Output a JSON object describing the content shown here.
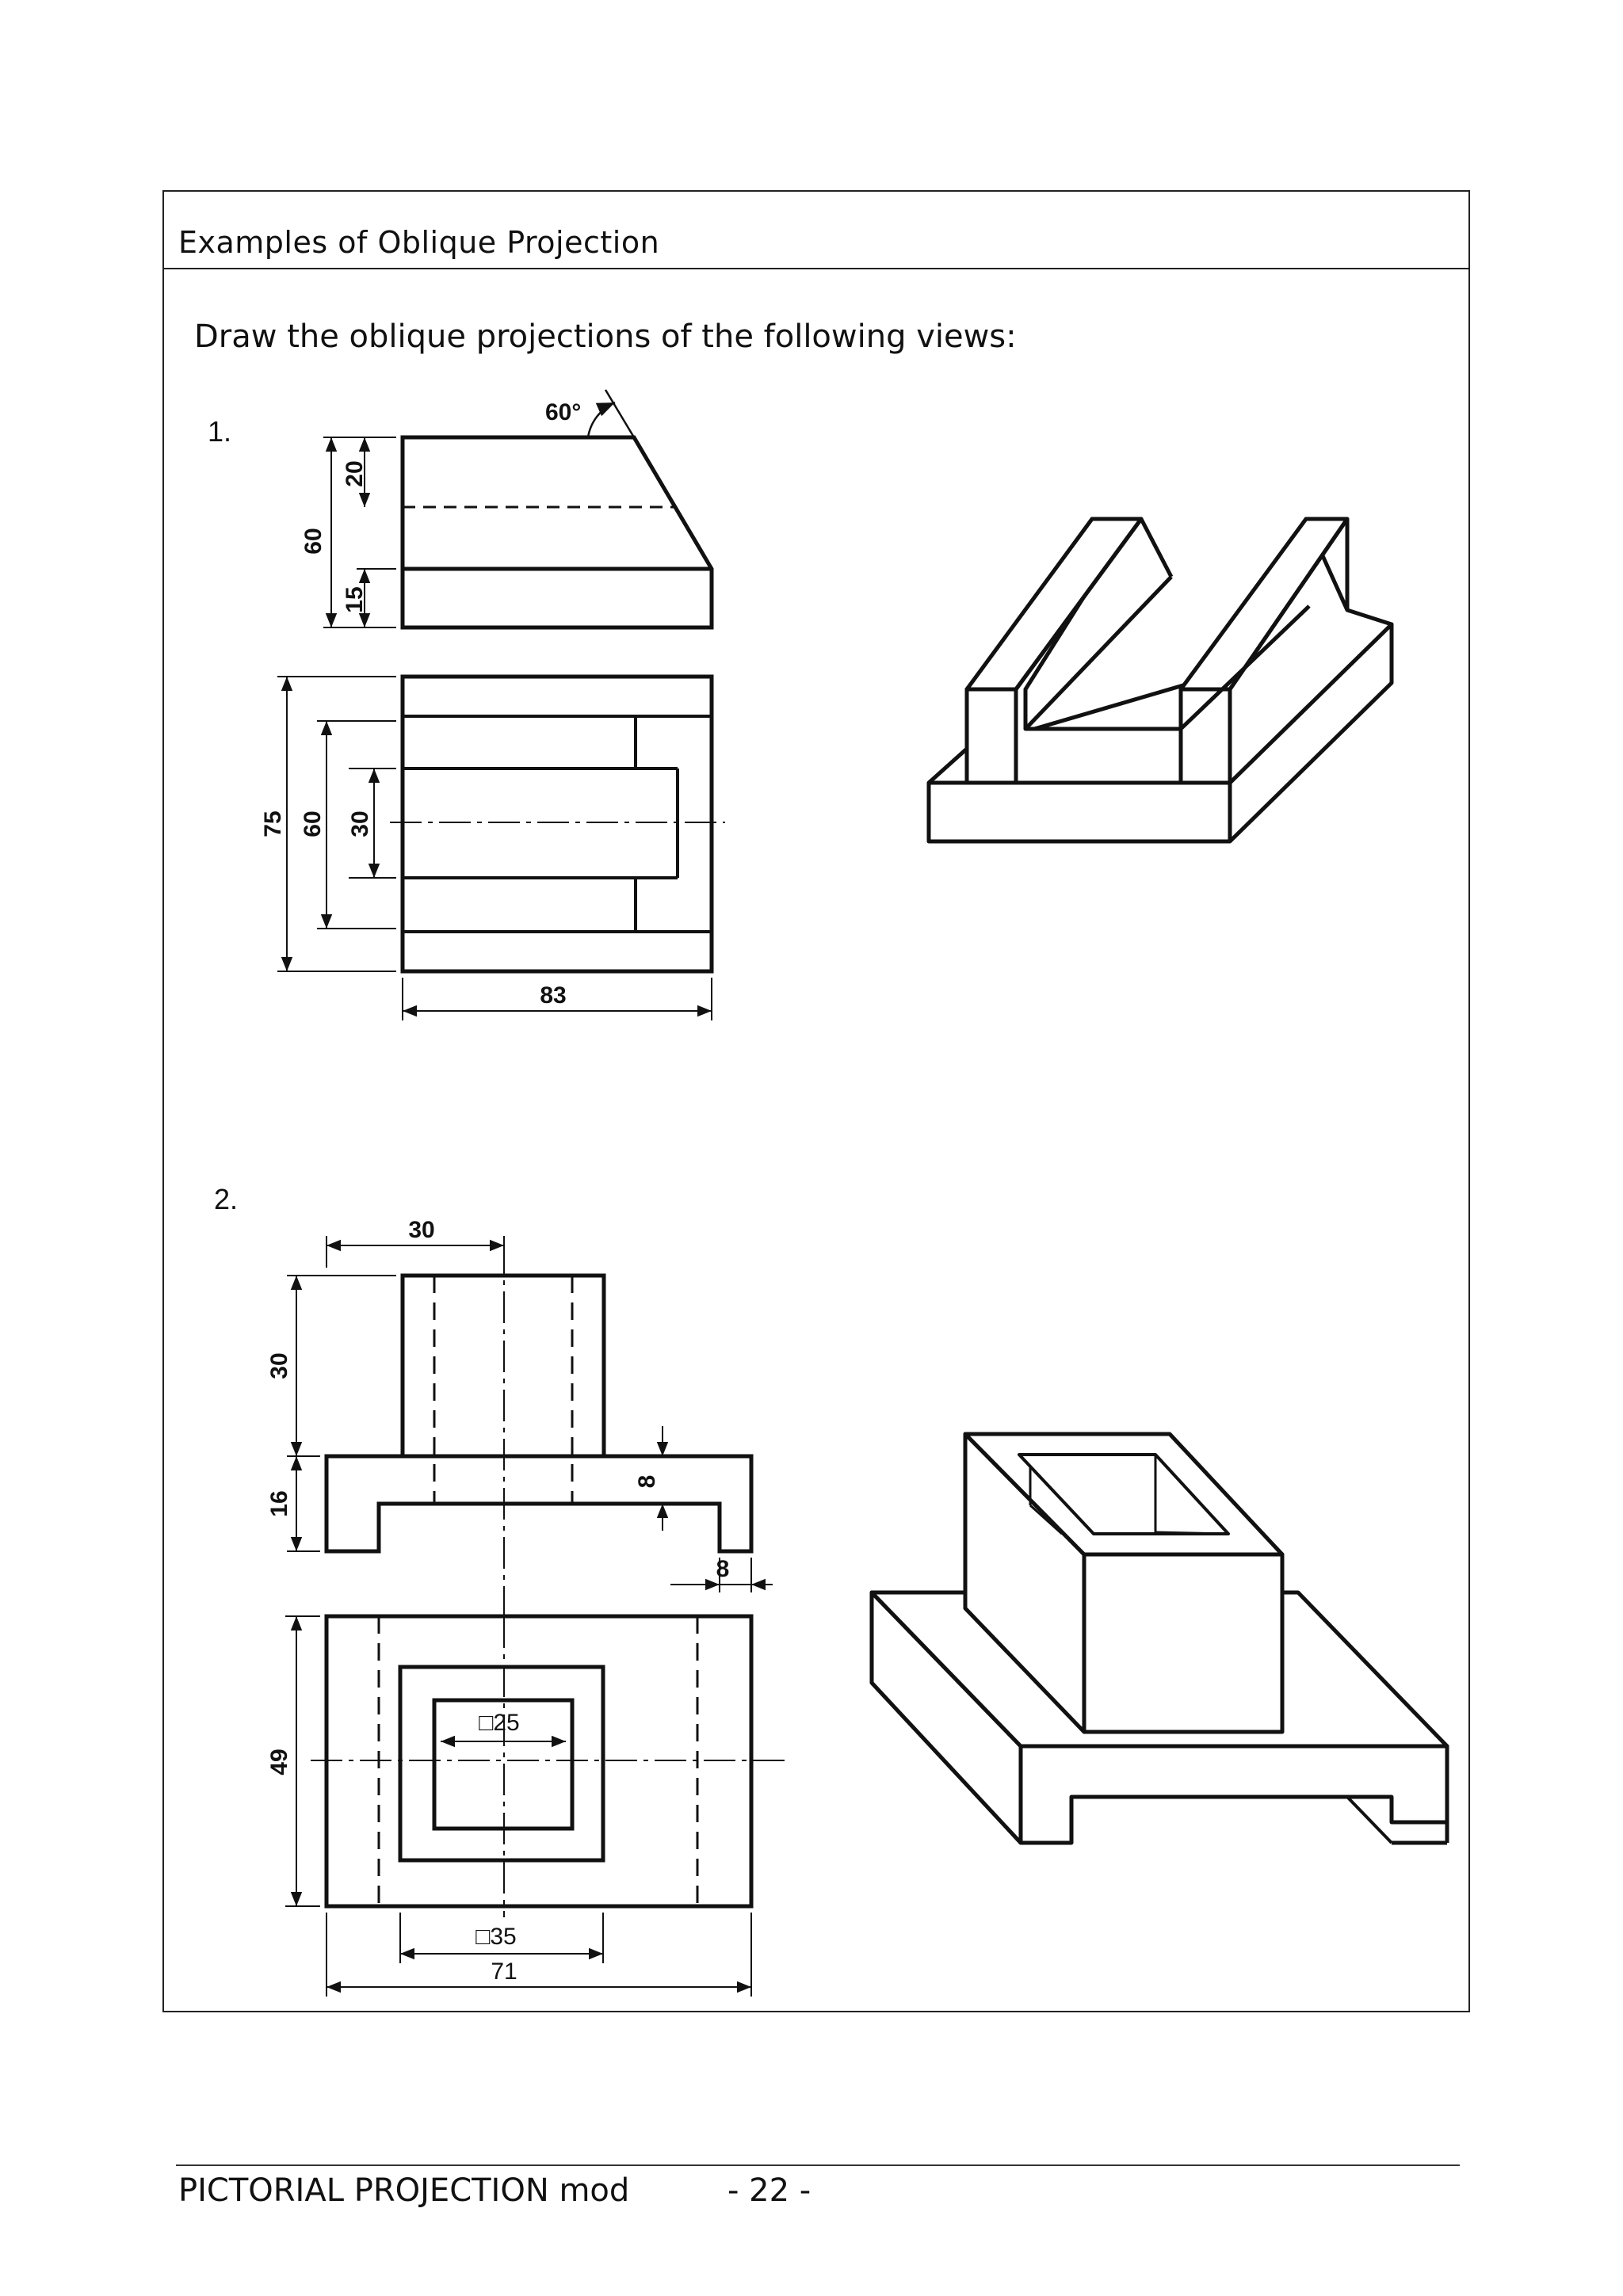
{
  "section_title": "Examples of Oblique Projection",
  "instruction": "Draw the oblique projections of the following views:",
  "examples": [
    {
      "number": "1.",
      "dimensions": {
        "angle": "60°",
        "height_total": "60",
        "height_top": "20",
        "height_base": "15",
        "width_total": "75",
        "width_inner": "60",
        "width_slot": "30",
        "length": "83"
      }
    },
    {
      "number": "2.",
      "dimensions": {
        "upper_width": "30",
        "upper_height": "30",
        "base_height": "16",
        "recess_depth": "8",
        "recess_width": "8",
        "depth": "49",
        "inner_square": "□25",
        "outer_square": "□35",
        "length": "71"
      }
    }
  ],
  "footer": {
    "module_title": "PICTORIAL PROJECTION mod",
    "page_number": "- 22 -"
  }
}
